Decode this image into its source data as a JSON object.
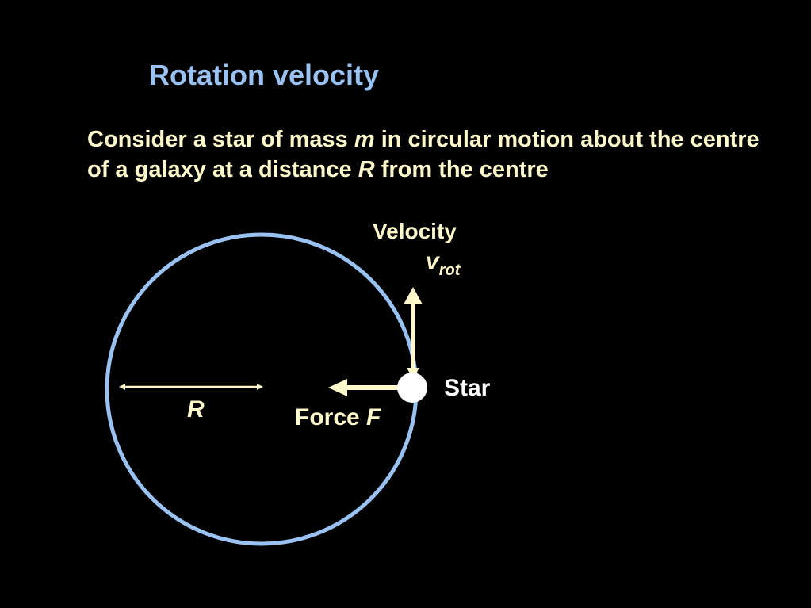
{
  "title": "Rotation velocity",
  "intro": {
    "part1": "Consider a star of mass ",
    "var_m": "m",
    "part2": " in circular motion about the centre of a galaxy at a distance ",
    "var_R": "R",
    "part3": " from the centre"
  },
  "diagram": {
    "velocity_label": "Velocity",
    "vrot_symbol": "v",
    "vrot_subscript": "rot",
    "star_label": "Star",
    "force_word": "Force",
    "force_symbol": "F",
    "radius_label": "R"
  },
  "colors": {
    "background": "#000000",
    "title": "#99c2f2",
    "text": "#fff9cc",
    "orbit": "#99c2f2",
    "arrows": "#fff9cc",
    "star": "#ffffff"
  }
}
